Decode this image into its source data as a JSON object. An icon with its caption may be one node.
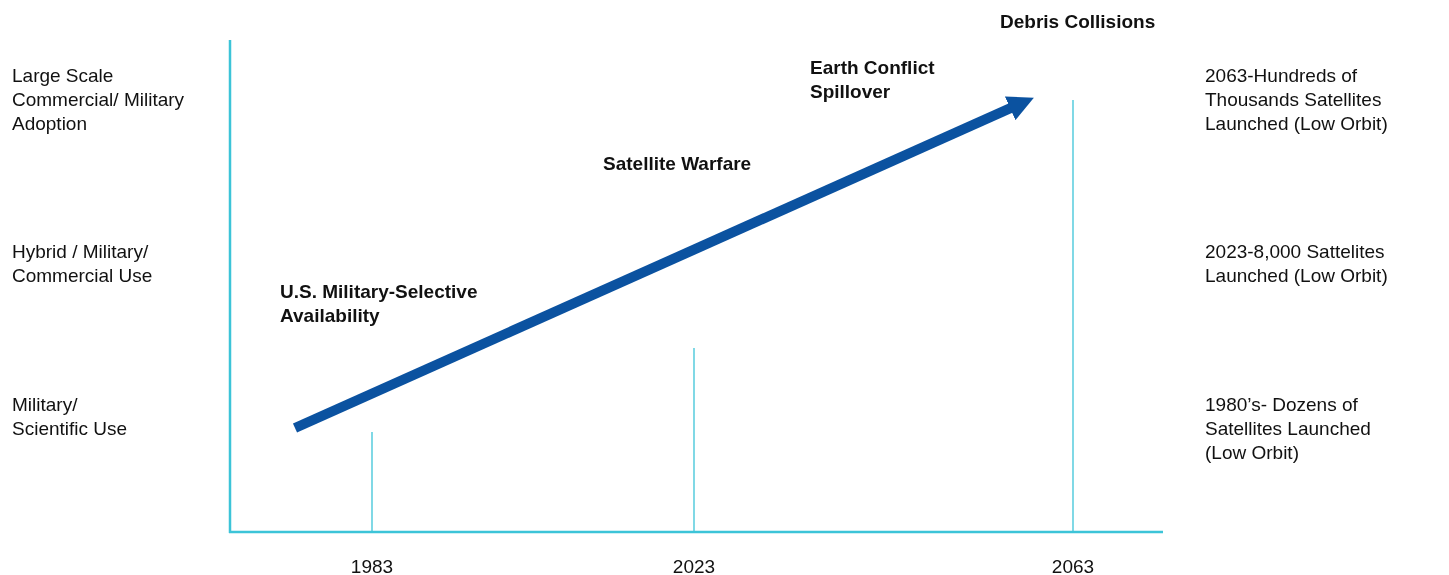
{
  "diagram": {
    "labels": [
      "Debris Collisions",
      "Large Scale Commercial/ Military Adoption",
      "Earth Conflict Spillover",
      "2063-Hundreds of Thousands Satellites Launched (Low Orbit)",
      "Satellite Warfare",
      "Hybrid / Military/ Commercial Use",
      "2023-8,000 Sattelites Launched (Low Orbit)",
      "U.S. Military-Selective Availability",
      "Military/ Scientific Use",
      "1980’s- Dozens of Satellites Launched (Low Orbit)",
      "1983",
      "2023",
      "2063"
    ]
  }
}
